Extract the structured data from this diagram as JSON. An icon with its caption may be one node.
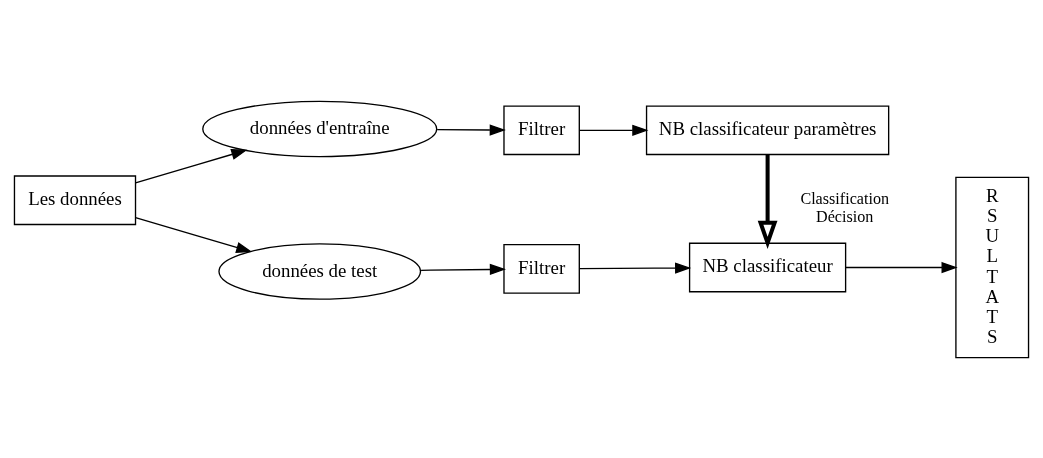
{
  "diagram": {
    "nodes": [
      {
        "text": [
          "Les données"
        ]
      },
      {
        "text": [
          "données d'entraîne"
        ]
      },
      {
        "text": [
          "données de test"
        ]
      },
      {
        "text": [
          "Filtrer"
        ]
      },
      {
        "text": [
          "NB classificateur paramètres"
        ]
      },
      {
        "text": [
          "Filtrer"
        ]
      },
      {
        "text": [
          "NB classificateur"
        ]
      },
      {
        "text": [
          "R S U L T A T S"
        ]
      }
    ],
    "edges": [
      {
        "from": 0,
        "to": 1,
        "arrow": "to"
      },
      {
        "from": 0,
        "to": 2,
        "arrow": "to"
      },
      {
        "from": 1,
        "to": 3,
        "arrow": "to"
      },
      {
        "from": 3,
        "to": 4,
        "arrow": "to"
      },
      {
        "from": 4,
        "to": 6,
        "arrow": "to",
        "label": "Classification Décision",
        "style": "thick"
      },
      {
        "from": 2,
        "to": 5,
        "arrow": "to"
      },
      {
        "from": 5,
        "to": 6,
        "arrow": "to"
      },
      {
        "from": 6,
        "to": 7,
        "arrow": "to"
      }
    ]
  }
}
